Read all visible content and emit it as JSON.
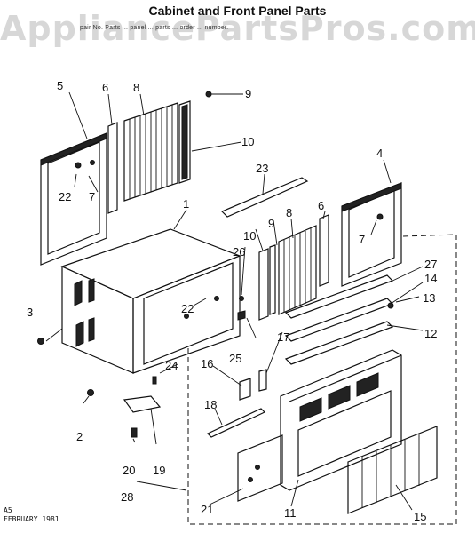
{
  "header": {
    "title": "Cabinet and Front Panel Parts",
    "subtitle": "pair No. Parts ... panel ... parts ... order ... number."
  },
  "watermark": "AppliancePartsPros.com",
  "footer": {
    "code": "A5",
    "date": "FEBRUARY 1981"
  },
  "callouts": [
    {
      "id": "c1",
      "text": "1"
    },
    {
      "id": "c2",
      "text": "2"
    },
    {
      "id": "c3",
      "text": "3"
    },
    {
      "id": "c4",
      "text": "4"
    },
    {
      "id": "c5",
      "text": "5"
    },
    {
      "id": "c6a",
      "text": "6"
    },
    {
      "id": "c6b",
      "text": "6"
    },
    {
      "id": "c7a",
      "text": "7"
    },
    {
      "id": "c7b",
      "text": "7"
    },
    {
      "id": "c8a",
      "text": "8"
    },
    {
      "id": "c8b",
      "text": "8"
    },
    {
      "id": "c9a",
      "text": "9"
    },
    {
      "id": "c9b",
      "text": "9"
    },
    {
      "id": "c10a",
      "text": "10"
    },
    {
      "id": "c10b",
      "text": "10"
    },
    {
      "id": "c11",
      "text": "11"
    },
    {
      "id": "c12",
      "text": "12"
    },
    {
      "id": "c13",
      "text": "13"
    },
    {
      "id": "c14",
      "text": "14"
    },
    {
      "id": "c15",
      "text": "15"
    },
    {
      "id": "c16",
      "text": "16"
    },
    {
      "id": "c17",
      "text": "17"
    },
    {
      "id": "c18",
      "text": "18"
    },
    {
      "id": "c19",
      "text": "19"
    },
    {
      "id": "c20",
      "text": "20"
    },
    {
      "id": "c21",
      "text": "21"
    },
    {
      "id": "c22a",
      "text": "22"
    },
    {
      "id": "c22b",
      "text": "22"
    },
    {
      "id": "c23",
      "text": "23"
    },
    {
      "id": "c24",
      "text": "24"
    },
    {
      "id": "c25",
      "text": "25"
    },
    {
      "id": "c26",
      "text": "26"
    },
    {
      "id": "c27",
      "text": "27"
    },
    {
      "id": "c28",
      "text": "28"
    }
  ]
}
